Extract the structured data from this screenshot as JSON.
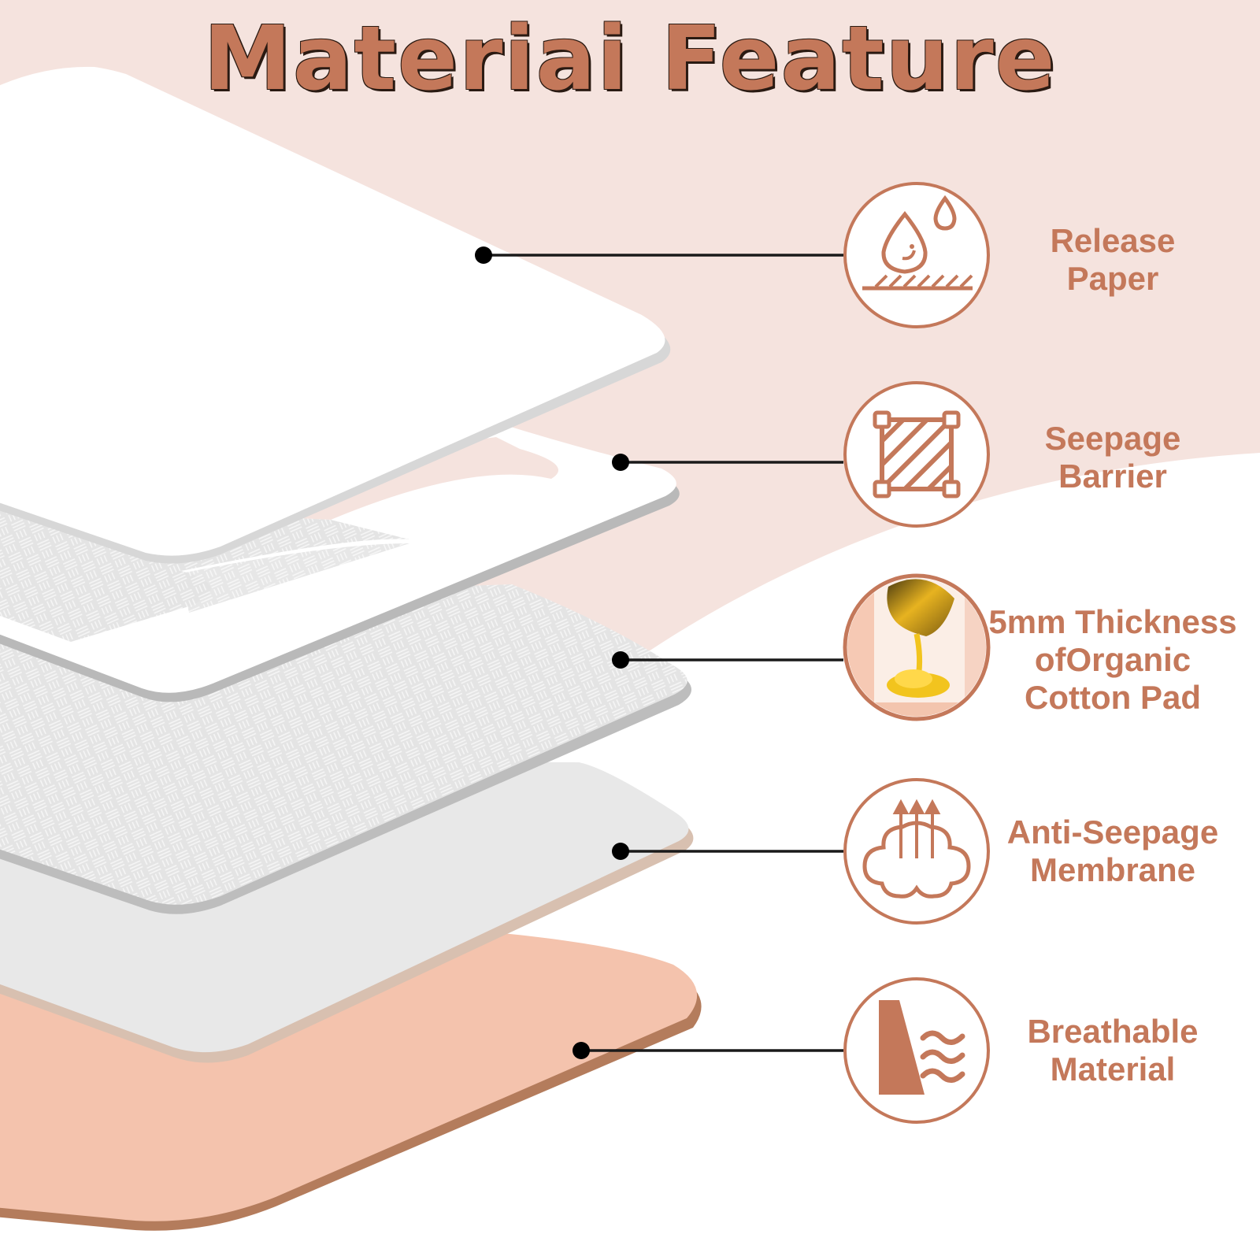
{
  "title": "Materiai Feature",
  "colors": {
    "accent": "#c4785a",
    "background_blush": "#f5e3de",
    "breathable_layer": "#f4c3ad",
    "membrane_layer": "#e8e8e8"
  },
  "layers": [
    {
      "name": "release-paper",
      "icon": "water-drop-surface-icon",
      "lines": [
        "Release",
        "Paper"
      ]
    },
    {
      "name": "seepage-barrier",
      "icon": "hatched-square-frame-icon",
      "lines": [
        "Seepage",
        "Barrier"
      ]
    },
    {
      "name": "cotton-pad",
      "icon": "honey-drip-photo-icon",
      "lines": [
        "5mm Thickness",
        "ofOrganic",
        "Cotton Pad"
      ]
    },
    {
      "name": "anti-seepage-membrane",
      "icon": "cloud-upward-arrows-icon",
      "lines": [
        "Anti-Seepage",
        "Membrane"
      ]
    },
    {
      "name": "breathable-material",
      "icon": "wall-waves-icon",
      "lines": [
        "Breathable",
        "Material"
      ]
    }
  ]
}
